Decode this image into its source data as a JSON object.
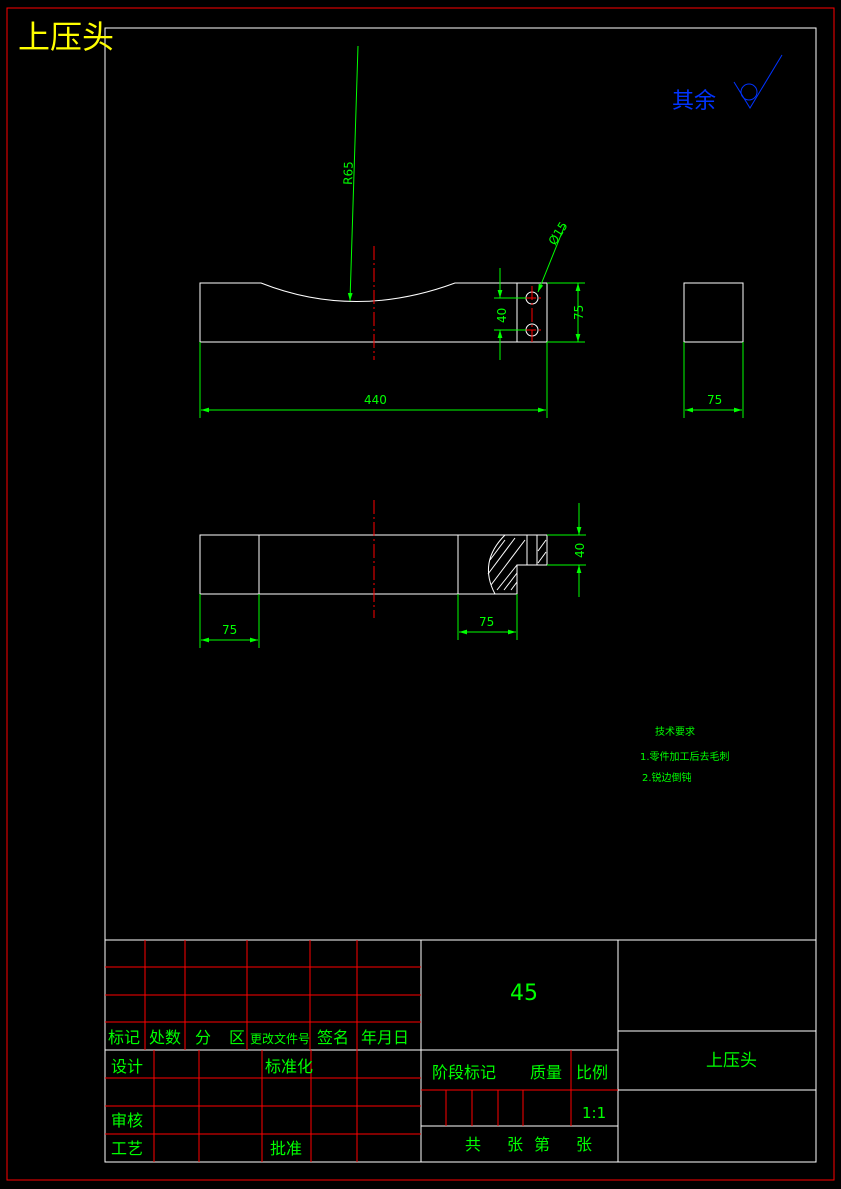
{
  "drawing_title": "上压头",
  "roughness_note": "其余",
  "dimensions": {
    "radius": "R65",
    "hole_dia": "Ø15",
    "hole_spacing": "40",
    "height_front": "75",
    "length": "440",
    "side_width": "75",
    "top_depth": "40",
    "top_left_width": "75",
    "top_right_width": "75"
  },
  "tech_requirements": {
    "heading": "技术要求",
    "items": [
      "1.零件加工后去毛刺",
      "2.锐边倒钝"
    ]
  },
  "title_block": {
    "material": "45",
    "part_name": "上压头",
    "scale": "1:1",
    "revision_headers": [
      "标记",
      "处数",
      "分",
      "区",
      "更改文件号",
      "签名",
      "年月日"
    ],
    "row_labels": {
      "design": "设计",
      "standardization": "标准化",
      "review": "审核",
      "process": "工艺",
      "approve": "批准"
    },
    "stage_label": "阶段标记",
    "weight_label": "质量",
    "scale_label": "比例",
    "sheets": [
      "共",
      "张",
      "第",
      "张"
    ]
  },
  "colors": {
    "border": "#ff0000",
    "outline": "#ffffff",
    "dimension": "#00ff00",
    "centerline": "#ff0000",
    "title": "#ffff00",
    "roughness": "#0033ff"
  }
}
